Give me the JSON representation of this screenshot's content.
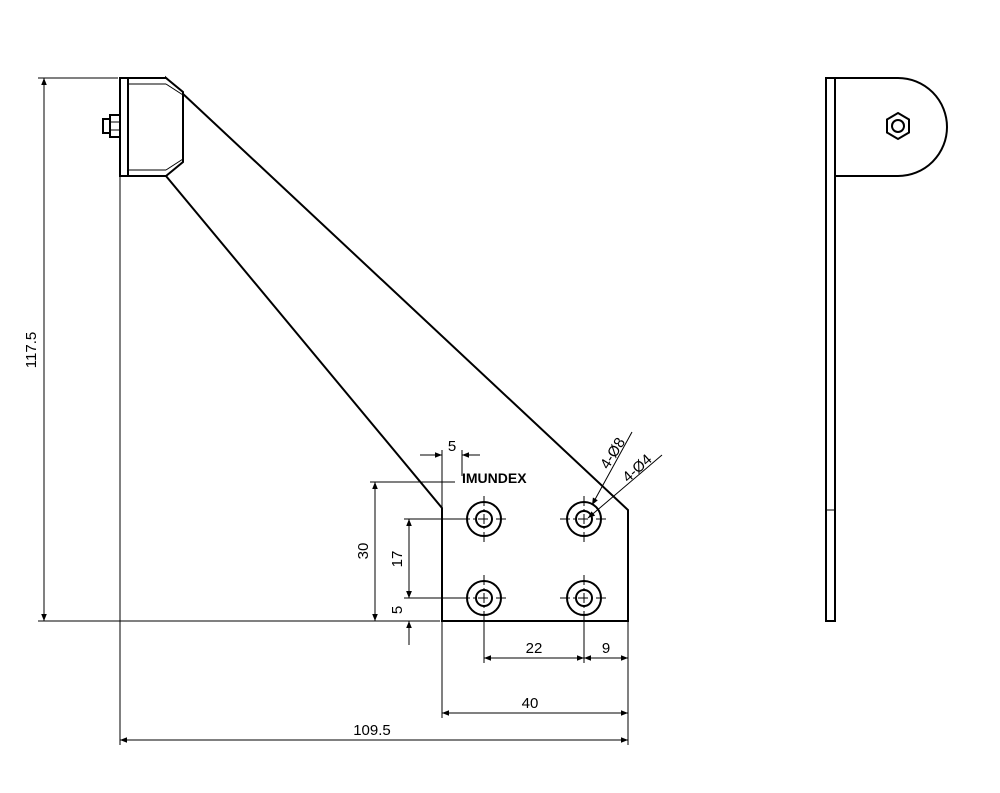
{
  "brand": "IMUNDEX",
  "dimensions": {
    "overall_height": "117.5",
    "overall_width": "109.5",
    "plate_width": "40",
    "hole_spacing_h": "22",
    "edge_to_hole_right": "9",
    "plate_height": "30",
    "hole_spacing_v": "17",
    "bottom_offset": "5",
    "top_offset": "5"
  },
  "callouts": {
    "counterbore": "4-Ø8",
    "through_hole": "4-Ø4"
  },
  "colors": {
    "line": "#000000",
    "background": "#ffffff"
  }
}
